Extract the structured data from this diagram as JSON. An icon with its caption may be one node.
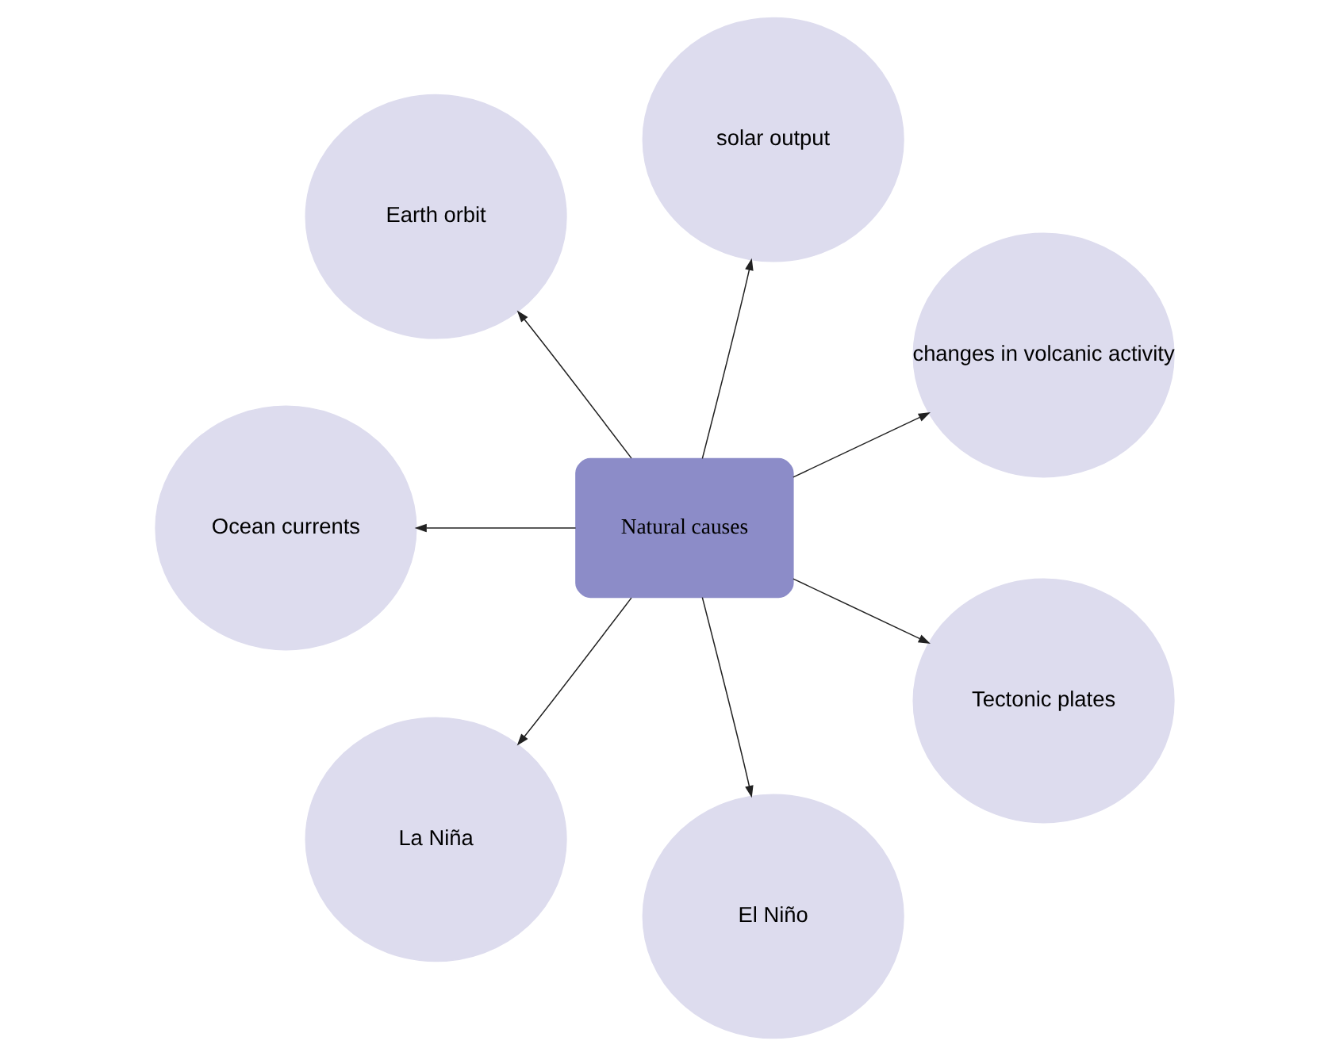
{
  "diagram": {
    "nodes": [
      {
        "text": [
          "Natural causes"
        ]
      },
      {
        "text": [
          "changes in volcanic activity"
        ]
      },
      {
        "text": [
          "solar output"
        ]
      },
      {
        "text": [
          "Earth orbit"
        ]
      },
      {
        "text": [
          "Ocean currents"
        ]
      },
      {
        "text": [
          "La Niña"
        ]
      },
      {
        "text": [
          "El Niño"
        ]
      },
      {
        "text": [
          "Tectonic plates"
        ]
      }
    ],
    "edges": [
      {
        "from": 0,
        "to": 1,
        "arrow": "to"
      },
      {
        "from": 0,
        "to": 2,
        "arrow": "to"
      },
      {
        "from": 0,
        "to": 3,
        "arrow": "to"
      },
      {
        "from": 0,
        "to": 4,
        "arrow": "to"
      },
      {
        "from": 0,
        "to": 5,
        "arrow": "to"
      },
      {
        "from": 0,
        "to": 6,
        "arrow": "to"
      },
      {
        "from": 0,
        "to": 7,
        "arrow": "to"
      }
    ]
  }
}
